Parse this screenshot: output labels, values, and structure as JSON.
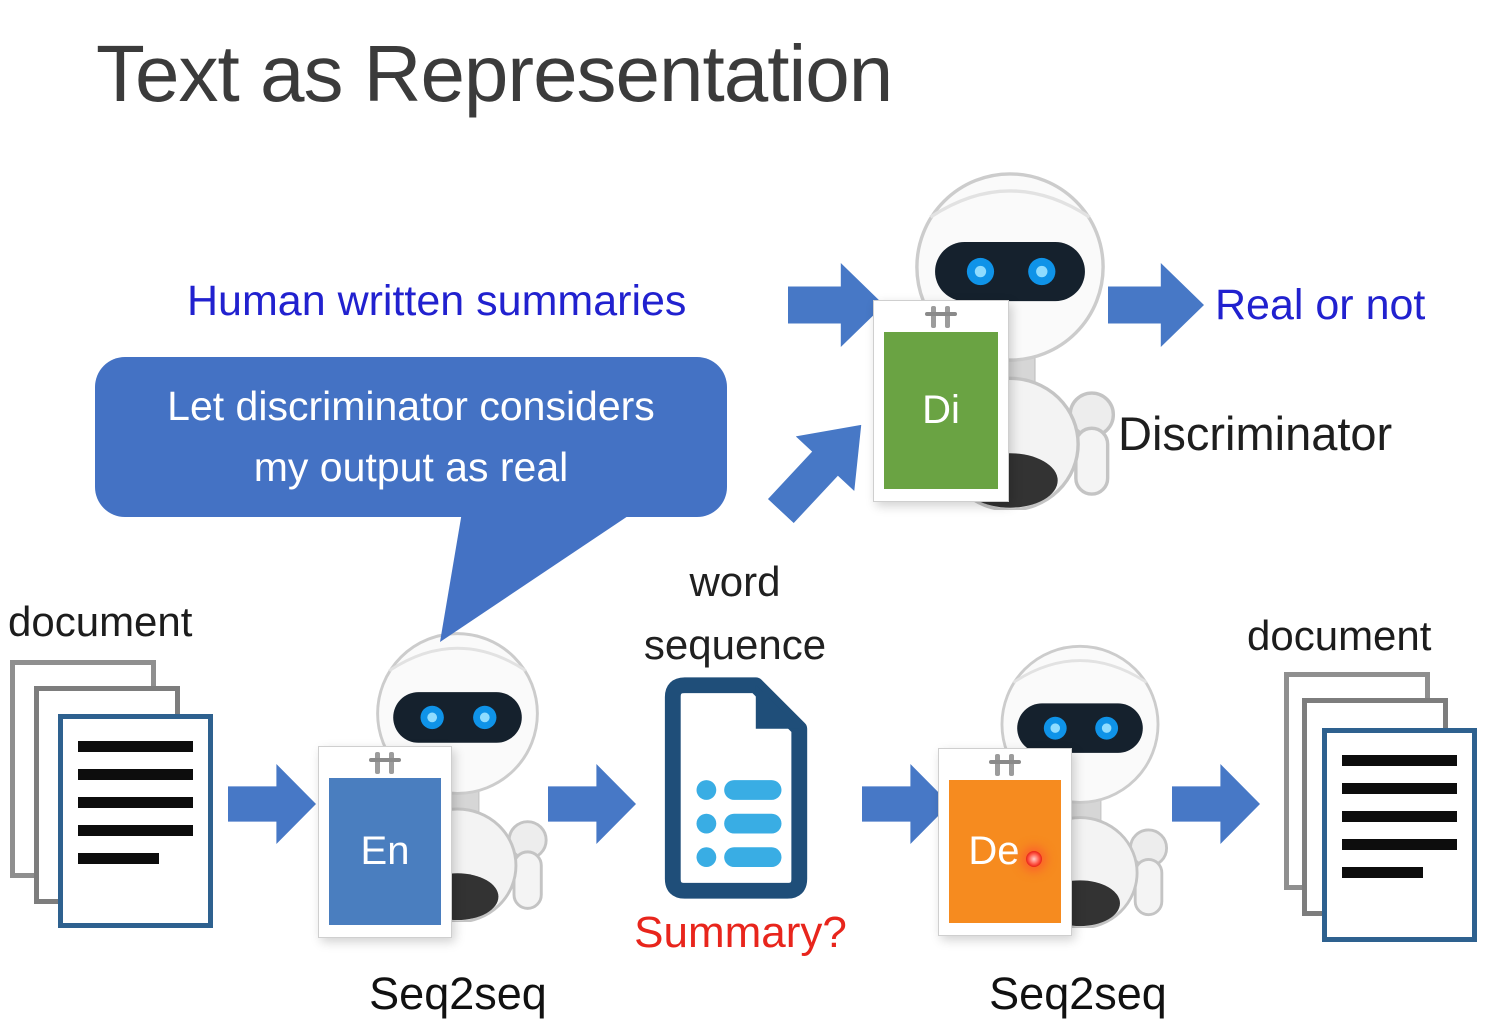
{
  "slide": {
    "title": "Text as Representation"
  },
  "discriminator": {
    "input_label": "Human written summaries",
    "output_label": "Real or not",
    "name": "Discriminator",
    "badge": "Di"
  },
  "speech_bubble": {
    "line1": "Let discriminator considers",
    "line2": "my output as real"
  },
  "generator": {
    "left_document_label": "document",
    "right_document_label": "document",
    "word_sequence_line1": "word",
    "word_sequence_line2": "sequence",
    "summary_label": "Summary?",
    "encoder_badge": "En",
    "decoder_badge": "De",
    "encoder_name": "Seq2seq",
    "decoder_name": "Seq2seq"
  },
  "icons": {
    "robot": "robot-icon",
    "arrow": "arrow-right-icon",
    "diagonal_arrow": "arrow-up-right-icon",
    "document_stack": "document-stack-icon",
    "word_sequence_document": "word-sequence-document-icon",
    "badge_clip": "badge-clip-icon",
    "laser_dot": "laser-pointer-dot"
  },
  "colors": {
    "arrow_blue": "#4778c6",
    "bubble_blue": "#4472c4",
    "label_blue": "#2121cf",
    "badge_green": "#6aa343",
    "badge_blue": "#4a7ebf",
    "badge_orange": "#f68b1f",
    "summary_red": "#e8251c",
    "document_border_blue": "#2e618f",
    "icon_navy": "#1f4e79",
    "icon_light_blue": "#39ade4",
    "title_gray": "#3b3b3b"
  }
}
